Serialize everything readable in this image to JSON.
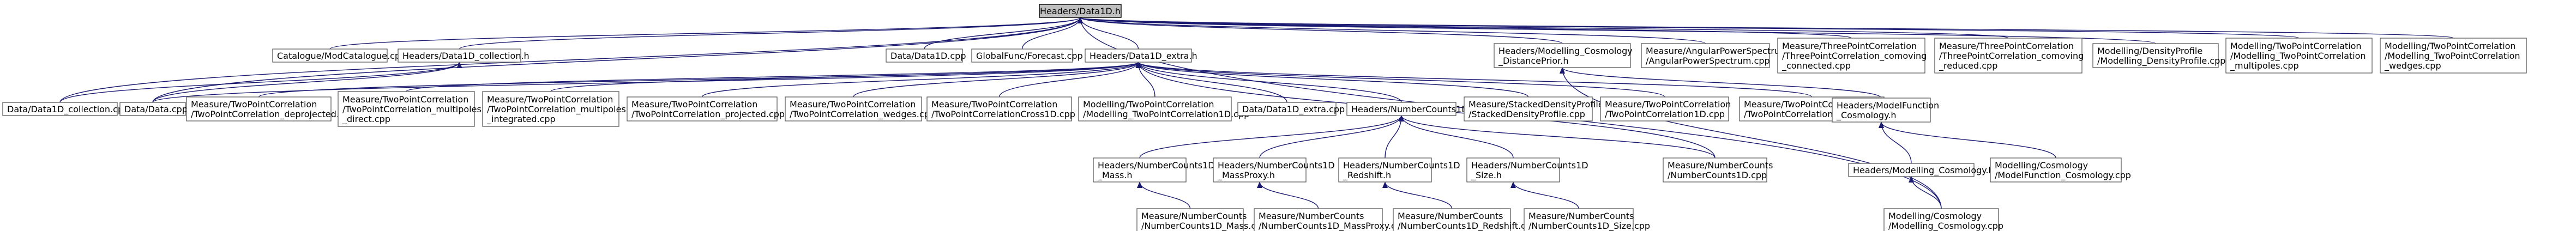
{
  "colors": {
    "edge": "#191970",
    "root_fill": "#bfbfbf",
    "node_border": "#666666",
    "background": "#ffffff"
  },
  "nodes": [
    {
      "id": "n0",
      "lines": [
        "Headers/Data1D.h"
      ],
      "root": true
    },
    {
      "id": "n1",
      "lines": [
        "Catalogue/ModCatalogue.cpp"
      ]
    },
    {
      "id": "n2",
      "lines": [
        "Headers/Data1D_collection.h"
      ]
    },
    {
      "id": "n3",
      "lines": [
        "Data/Data1D.cpp"
      ]
    },
    {
      "id": "n4",
      "lines": [
        "GlobalFunc/Forecast.cpp"
      ]
    },
    {
      "id": "n5",
      "lines": [
        "Headers/Data1D_extra.h"
      ]
    },
    {
      "id": "n6",
      "lines": [
        "Headers/Modelling_Cosmology",
        "_DistancePrior.h"
      ]
    },
    {
      "id": "n7",
      "lines": [
        "Measure/AngularPowerSpectrum",
        "/AngularPowerSpectrum.cpp"
      ]
    },
    {
      "id": "n8",
      "lines": [
        "Measure/ThreePointCorrelation",
        "/ThreePointCorrelation_comoving",
        "_connected.cpp"
      ]
    },
    {
      "id": "n9",
      "lines": [
        "Measure/ThreePointCorrelation",
        "/ThreePointCorrelation_comoving",
        "_reduced.cpp"
      ]
    },
    {
      "id": "n10",
      "lines": [
        "Modelling/DensityProfile",
        "/Modelling_DensityProfile.cpp"
      ]
    },
    {
      "id": "n11",
      "lines": [
        "Modelling/TwoPointCorrelation",
        "/Modelling_TwoPointCorrelation",
        "_multipoles.cpp"
      ]
    },
    {
      "id": "n12",
      "lines": [
        "Modelling/TwoPointCorrelation",
        "/Modelling_TwoPointCorrelation",
        "_wedges.cpp"
      ]
    },
    {
      "id": "n13",
      "lines": [
        "Data/Data1D_collection.cpp"
      ]
    },
    {
      "id": "n14",
      "lines": [
        "Data/Data.cpp"
      ]
    },
    {
      "id": "n15",
      "lines": [
        "Measure/TwoPointCorrelation",
        "/TwoPointCorrelation_deprojected.cpp"
      ]
    },
    {
      "id": "n16",
      "lines": [
        "Measure/TwoPointCorrelation",
        "/TwoPointCorrelation_multipoles",
        "_direct.cpp"
      ]
    },
    {
      "id": "n17",
      "lines": [
        "Measure/TwoPointCorrelation",
        "/TwoPointCorrelation_multipoles",
        "_integrated.cpp"
      ]
    },
    {
      "id": "n18",
      "lines": [
        "Measure/TwoPointCorrelation",
        "/TwoPointCorrelation_projected.cpp"
      ]
    },
    {
      "id": "n19",
      "lines": [
        "Measure/TwoPointCorrelation",
        "/TwoPointCorrelation_wedges.cpp"
      ]
    },
    {
      "id": "n20",
      "lines": [
        "Measure/TwoPointCorrelation",
        "/TwoPointCorrelationCross1D.cpp"
      ]
    },
    {
      "id": "n21",
      "lines": [
        "Modelling/TwoPointCorrelation",
        "/Modelling_TwoPointCorrelation1D.cpp"
      ]
    },
    {
      "id": "n22",
      "lines": [
        "Data/Data1D_extra.cpp"
      ]
    },
    {
      "id": "n23",
      "lines": [
        "Headers/NumberCounts1D.h"
      ]
    },
    {
      "id": "n24",
      "lines": [
        "Measure/StackedDensityProfile",
        "/StackedDensityProfile.cpp"
      ]
    },
    {
      "id": "n25",
      "lines": [
        "Measure/TwoPointCorrelation",
        "/TwoPointCorrelation1D.cpp"
      ]
    },
    {
      "id": "n26",
      "lines": [
        "Measure/TwoPointCorrelation",
        "/TwoPointCorrelation1D_filtered.cpp"
      ]
    },
    {
      "id": "n27",
      "lines": [
        "Headers/ModelFunction",
        "_Cosmology.h"
      ]
    },
    {
      "id": "n28",
      "lines": [
        "Headers/NumberCounts1D",
        "_Mass.h"
      ]
    },
    {
      "id": "n29",
      "lines": [
        "Headers/NumberCounts1D",
        "_MassProxy.h"
      ]
    },
    {
      "id": "n30",
      "lines": [
        "Headers/NumberCounts1D",
        "_Redshift.h"
      ]
    },
    {
      "id": "n31",
      "lines": [
        "Headers/NumberCounts1D",
        "_Size.h"
      ]
    },
    {
      "id": "n32",
      "lines": [
        "Measure/NumberCounts",
        "/NumberCounts1D.cpp"
      ]
    },
    {
      "id": "n33",
      "lines": [
        "Headers/Modelling_Cosmology.h"
      ]
    },
    {
      "id": "n34",
      "lines": [
        "Modelling/Cosmology",
        "/ModelFunction_Cosmology.cpp"
      ]
    },
    {
      "id": "n35",
      "lines": [
        "Measure/NumberCounts",
        "/NumberCounts1D_Mass.cpp"
      ]
    },
    {
      "id": "n36",
      "lines": [
        "Measure/NumberCounts",
        "/NumberCounts1D_MassProxy.cpp"
      ]
    },
    {
      "id": "n37",
      "lines": [
        "Measure/NumberCounts",
        "/NumberCounts1D_Redshift.cpp"
      ]
    },
    {
      "id": "n38",
      "lines": [
        "Measure/NumberCounts",
        "/NumberCounts1D_Size.cpp"
      ]
    },
    {
      "id": "n39",
      "lines": [
        "Modelling/Cosmology",
        "/Modelling_Cosmology.cpp"
      ]
    }
  ],
  "edges": [
    [
      "n0",
      "n1"
    ],
    [
      "n0",
      "n2"
    ],
    [
      "n0",
      "n3"
    ],
    [
      "n0",
      "n4"
    ],
    [
      "n0",
      "n5"
    ],
    [
      "n0",
      "n6"
    ],
    [
      "n0",
      "n7"
    ],
    [
      "n0",
      "n8"
    ],
    [
      "n0",
      "n9"
    ],
    [
      "n0",
      "n10"
    ],
    [
      "n0",
      "n11"
    ],
    [
      "n0",
      "n12"
    ],
    [
      "n0",
      "n13"
    ],
    [
      "n0",
      "n14"
    ],
    [
      "n0",
      "n39"
    ],
    [
      "n2",
      "n13"
    ],
    [
      "n2",
      "n14"
    ],
    [
      "n5",
      "n14"
    ],
    [
      "n5",
      "n15"
    ],
    [
      "n5",
      "n16"
    ],
    [
      "n5",
      "n17"
    ],
    [
      "n5",
      "n18"
    ],
    [
      "n5",
      "n19"
    ],
    [
      "n5",
      "n20"
    ],
    [
      "n5",
      "n21"
    ],
    [
      "n5",
      "n22"
    ],
    [
      "n5",
      "n23"
    ],
    [
      "n5",
      "n24"
    ],
    [
      "n5",
      "n25"
    ],
    [
      "n5",
      "n26"
    ],
    [
      "n5",
      "n32"
    ],
    [
      "n6",
      "n27"
    ],
    [
      "n6",
      "n39"
    ],
    [
      "n23",
      "n28"
    ],
    [
      "n23",
      "n29"
    ],
    [
      "n23",
      "n30"
    ],
    [
      "n23",
      "n31"
    ],
    [
      "n23",
      "n32"
    ],
    [
      "n27",
      "n33"
    ],
    [
      "n27",
      "n34"
    ],
    [
      "n28",
      "n35"
    ],
    [
      "n29",
      "n36"
    ],
    [
      "n30",
      "n37"
    ],
    [
      "n31",
      "n38"
    ],
    [
      "n33",
      "n39"
    ]
  ]
}
